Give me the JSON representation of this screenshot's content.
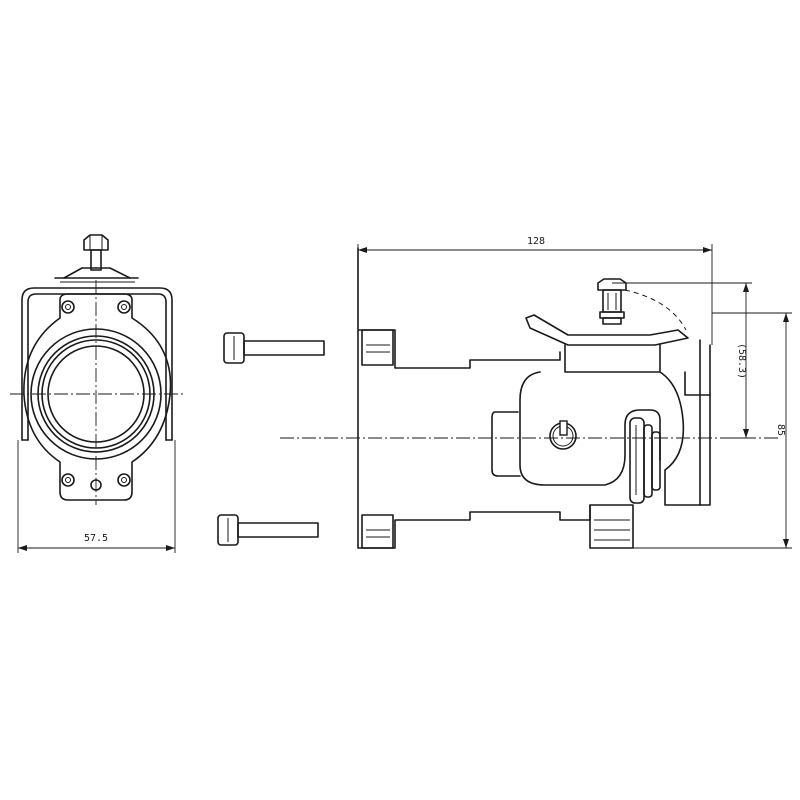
{
  "dimensions": {
    "front_width": "57.5",
    "side_length": "128",
    "height_offset": "(58.3)",
    "total_height": "85"
  }
}
